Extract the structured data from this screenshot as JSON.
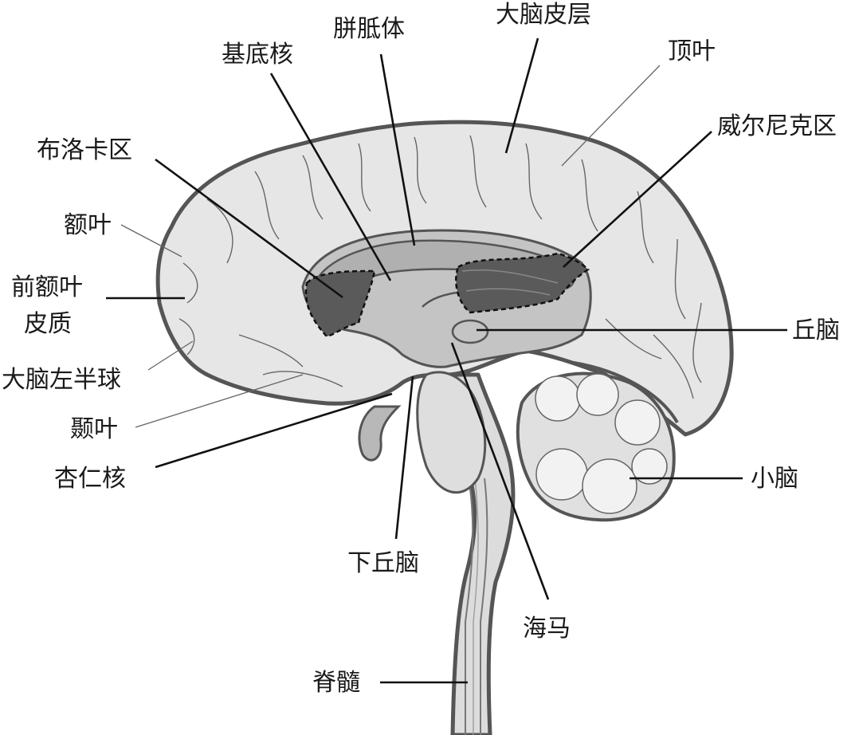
{
  "labels": {
    "corpus_callosum": "胼胝体",
    "cerebral_cortex": "大脑皮层",
    "basal_ganglia": "基底核",
    "parietal_lobe": "顶叶",
    "wernicke_area": "威尔尼克区",
    "broca_area": "布洛卡区",
    "frontal_lobe": "额叶",
    "prefrontal_cortex_line1": "前额叶",
    "prefrontal_cortex_line2": "皮质",
    "thalamus": "丘脑",
    "left_hemisphere": "大脑左半球",
    "temporal_lobe": "颞叶",
    "amygdala": "杏仁核",
    "cerebellum": "小脑",
    "hypothalamus": "下丘脑",
    "hippocampus": "海马",
    "spinal_cord": "脊髓"
  },
  "colors": {
    "cortex": "#e6e6e6",
    "inner_region": "#c4c4c4",
    "corpus_region": "#b0b0b0",
    "language_area": "#5a5a5a",
    "outline": "#555555",
    "text": "#1a1a1a"
  }
}
